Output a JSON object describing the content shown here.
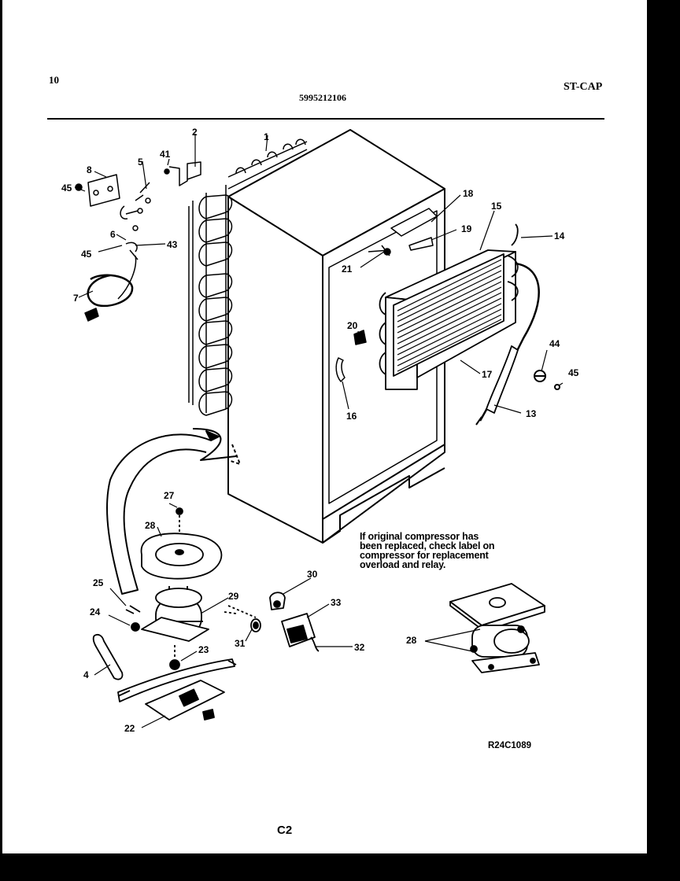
{
  "header": {
    "page_number": "10",
    "part_number": "5995212106",
    "model": "ST-CAP"
  },
  "note": {
    "lines": [
      "If original compressor has",
      "been replaced, check label on",
      "compressor for replacement",
      "overload and relay."
    ]
  },
  "diagram_code": "R24C1089",
  "footer": "C2",
  "callouts": [
    "1",
    "2",
    "41",
    "8",
    "5",
    "45",
    "6",
    "43",
    "45",
    "7",
    "18",
    "19",
    "15",
    "14",
    "21",
    "20",
    "16",
    "17",
    "44",
    "45",
    "13",
    "27",
    "28",
    "25",
    "24",
    "29",
    "30",
    "33",
    "31",
    "32",
    "23",
    "4",
    "22",
    "28"
  ]
}
